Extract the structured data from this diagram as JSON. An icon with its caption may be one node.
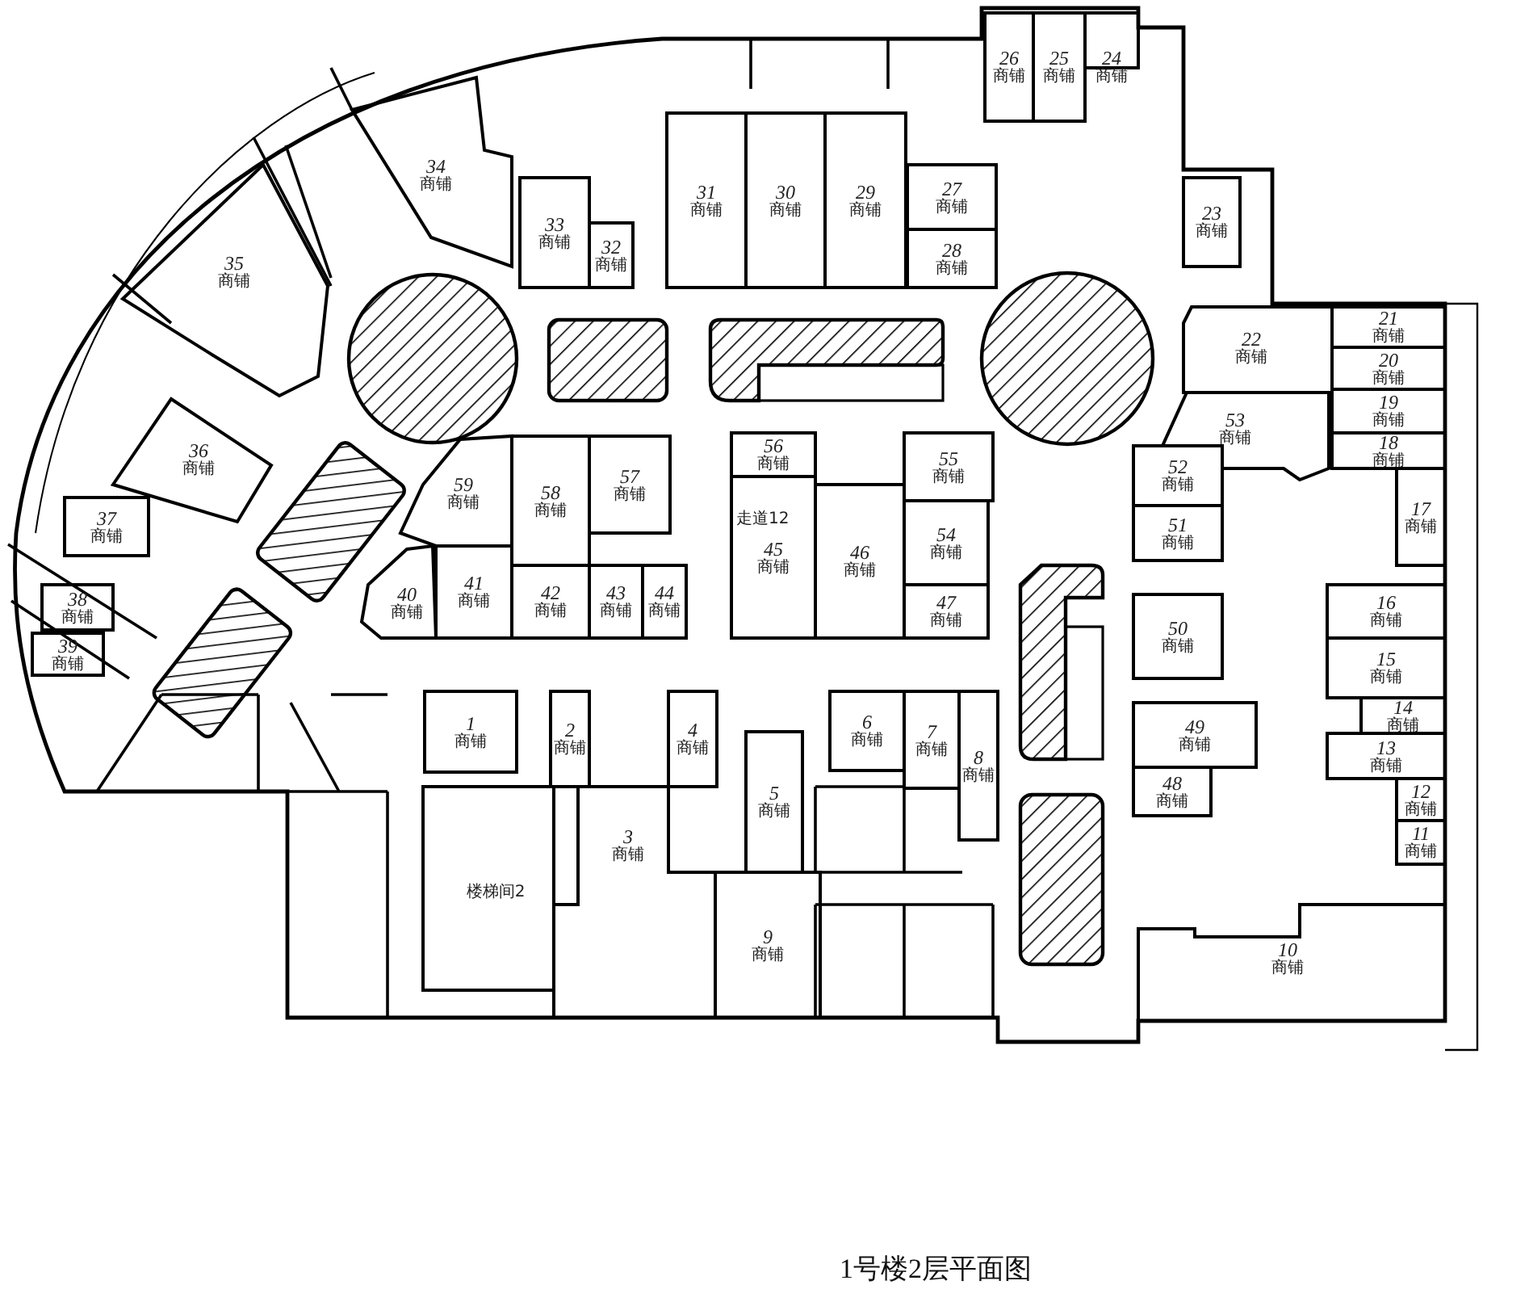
{
  "diagram": {
    "title": "1号楼2层平面图",
    "nodes": [
      {
        "text": [
          "26",
          "商铺"
        ]
      },
      {
        "text": [
          "25",
          "商铺"
        ]
      },
      {
        "text": [
          "24",
          "商铺"
        ]
      },
      {
        "text": [
          "34",
          "商铺"
        ]
      },
      {
        "text": [
          "31",
          "商铺"
        ]
      },
      {
        "text": [
          "30",
          "商铺"
        ]
      },
      {
        "text": [
          "29",
          "商铺"
        ]
      },
      {
        "text": [
          "27",
          "商铺"
        ]
      },
      {
        "text": [
          "33",
          "商铺"
        ]
      },
      {
        "text": [
          "32",
          "商铺"
        ]
      },
      {
        "text": [
          "23",
          "商铺"
        ]
      },
      {
        "text": [
          "28",
          "商铺"
        ]
      },
      {
        "text": [
          "35",
          "商铺"
        ]
      },
      {
        "text": [
          "22",
          "商铺"
        ]
      },
      {
        "text": [
          "21",
          "商铺"
        ]
      },
      {
        "text": [
          "20",
          "商铺"
        ]
      },
      {
        "text": [
          "19",
          "商铺"
        ]
      },
      {
        "text": [
          "18",
          "商铺"
        ]
      },
      {
        "text": [
          "53",
          "商铺"
        ]
      },
      {
        "text": [
          "36",
          "商铺"
        ]
      },
      {
        "text": [
          "52",
          "商铺"
        ]
      },
      {
        "text": [
          "59",
          "商铺"
        ]
      },
      {
        "text": [
          "58",
          "商铺"
        ]
      },
      {
        "text": [
          "57",
          "商铺"
        ]
      },
      {
        "text": [
          "56",
          "商铺"
        ]
      },
      {
        "text": [
          "55",
          "商铺"
        ]
      },
      {
        "text": [
          "17",
          "商铺"
        ]
      },
      {
        "text": [
          "37",
          "商铺"
        ]
      },
      {
        "text": [
          "51",
          "商铺"
        ]
      },
      {
        "text": [
          "54",
          "商铺"
        ]
      },
      {
        "text": [
          "45",
          "商铺"
        ]
      },
      {
        "text": [
          "46",
          "商铺"
        ]
      },
      {
        "text": [
          "40",
          "商铺"
        ]
      },
      {
        "text": [
          "41",
          "商铺"
        ]
      },
      {
        "text": [
          "42",
          "商铺"
        ]
      },
      {
        "text": [
          "43",
          "商铺"
        ]
      },
      {
        "text": [
          "44",
          "商铺"
        ]
      },
      {
        "text": [
          "47",
          "商铺"
        ]
      },
      {
        "text": [
          "50",
          "商铺"
        ]
      },
      {
        "text": [
          "38",
          "商铺"
        ]
      },
      {
        "text": [
          "39",
          "商铺"
        ]
      },
      {
        "text": [
          "16",
          "商铺"
        ]
      },
      {
        "text": [
          "15",
          "商铺"
        ]
      },
      {
        "text": [
          "14",
          "商铺"
        ]
      },
      {
        "text": [
          "1",
          "商铺"
        ]
      },
      {
        "text": [
          "2",
          "商铺"
        ]
      },
      {
        "text": [
          "4",
          "商铺"
        ]
      },
      {
        "text": [
          "6",
          "商铺"
        ]
      },
      {
        "text": [
          "7",
          "商铺"
        ]
      },
      {
        "text": [
          "8",
          "商铺"
        ]
      },
      {
        "text": [
          "13",
          "商铺"
        ]
      },
      {
        "text": [
          "49",
          "商铺"
        ]
      },
      {
        "text": [
          "48",
          "商铺"
        ]
      },
      {
        "text": [
          "5",
          "商铺"
        ]
      },
      {
        "text": [
          "3",
          "商铺"
        ]
      },
      {
        "text": [
          "12",
          "商铺"
        ]
      },
      {
        "text": [
          "11",
          "商铺"
        ]
      },
      {
        "text": [
          "楼梯间2"
        ]
      },
      {
        "text": [
          "9",
          "商铺"
        ]
      },
      {
        "text": [
          "10",
          "商铺"
        ]
      }
    ],
    "labels": [
      "走道12"
    ]
  }
}
